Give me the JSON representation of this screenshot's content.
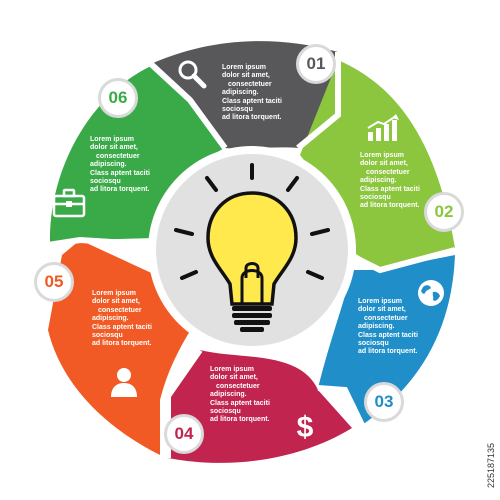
{
  "colors": {
    "s01": "#58585a",
    "s02": "#8cc63f",
    "s03": "#1f8ec9",
    "s04": "#c1244f",
    "s05": "#f15a24",
    "s06": "#3aaa49",
    "center_ring": "#e1e1e1",
    "bulb": "#ffe94d"
  },
  "segments": [
    {
      "number": "01",
      "icon": "magnifier-icon",
      "lines": [
        "Lorem ipsum",
        "dolor sit amet,",
        "consectetuer",
        "adipiscing.",
        "Class aptent taciti",
        "sociosqu",
        "ad litora torquent."
      ]
    },
    {
      "number": "02",
      "icon": "bar-chart-growth-icon",
      "lines": [
        "Lorem ipsum",
        "dolor sit amet,",
        "consectetuer",
        "adipiscing.",
        "Class aptent taciti",
        "sociosqu",
        "ad litora torquent."
      ]
    },
    {
      "number": "03",
      "icon": "globe-icon",
      "lines": [
        "Lorem ipsum",
        "dolor sit amet,",
        "consectetuer",
        "adipiscing.",
        "Class aptent taciti",
        "sociosqu",
        "ad litora torquent."
      ]
    },
    {
      "number": "04",
      "icon": "dollar-icon",
      "lines": [
        "Lorem ipsum",
        "dolor sit amet,",
        "consectetuer",
        "adipiscing.",
        "Class aptent taciti",
        "sociosqu",
        "ad litora torquent."
      ]
    },
    {
      "number": "05",
      "icon": "person-icon",
      "lines": [
        "Lorem ipsum",
        "dolor sit amet,",
        "consectetuer",
        "adipiscing.",
        "Class aptent taciti",
        "sociosqu",
        "ad litora torquent."
      ]
    },
    {
      "number": "06",
      "icon": "briefcase-icon",
      "lines": [
        "Lorem ipsum",
        "dolor sit amet,",
        "consectetuer",
        "adipiscing.",
        "Class aptent taciti",
        "sociosqu",
        "ad litora torquent."
      ]
    }
  ],
  "center": {
    "icon": "light-bulb-icon"
  },
  "stock_id": "225187135"
}
